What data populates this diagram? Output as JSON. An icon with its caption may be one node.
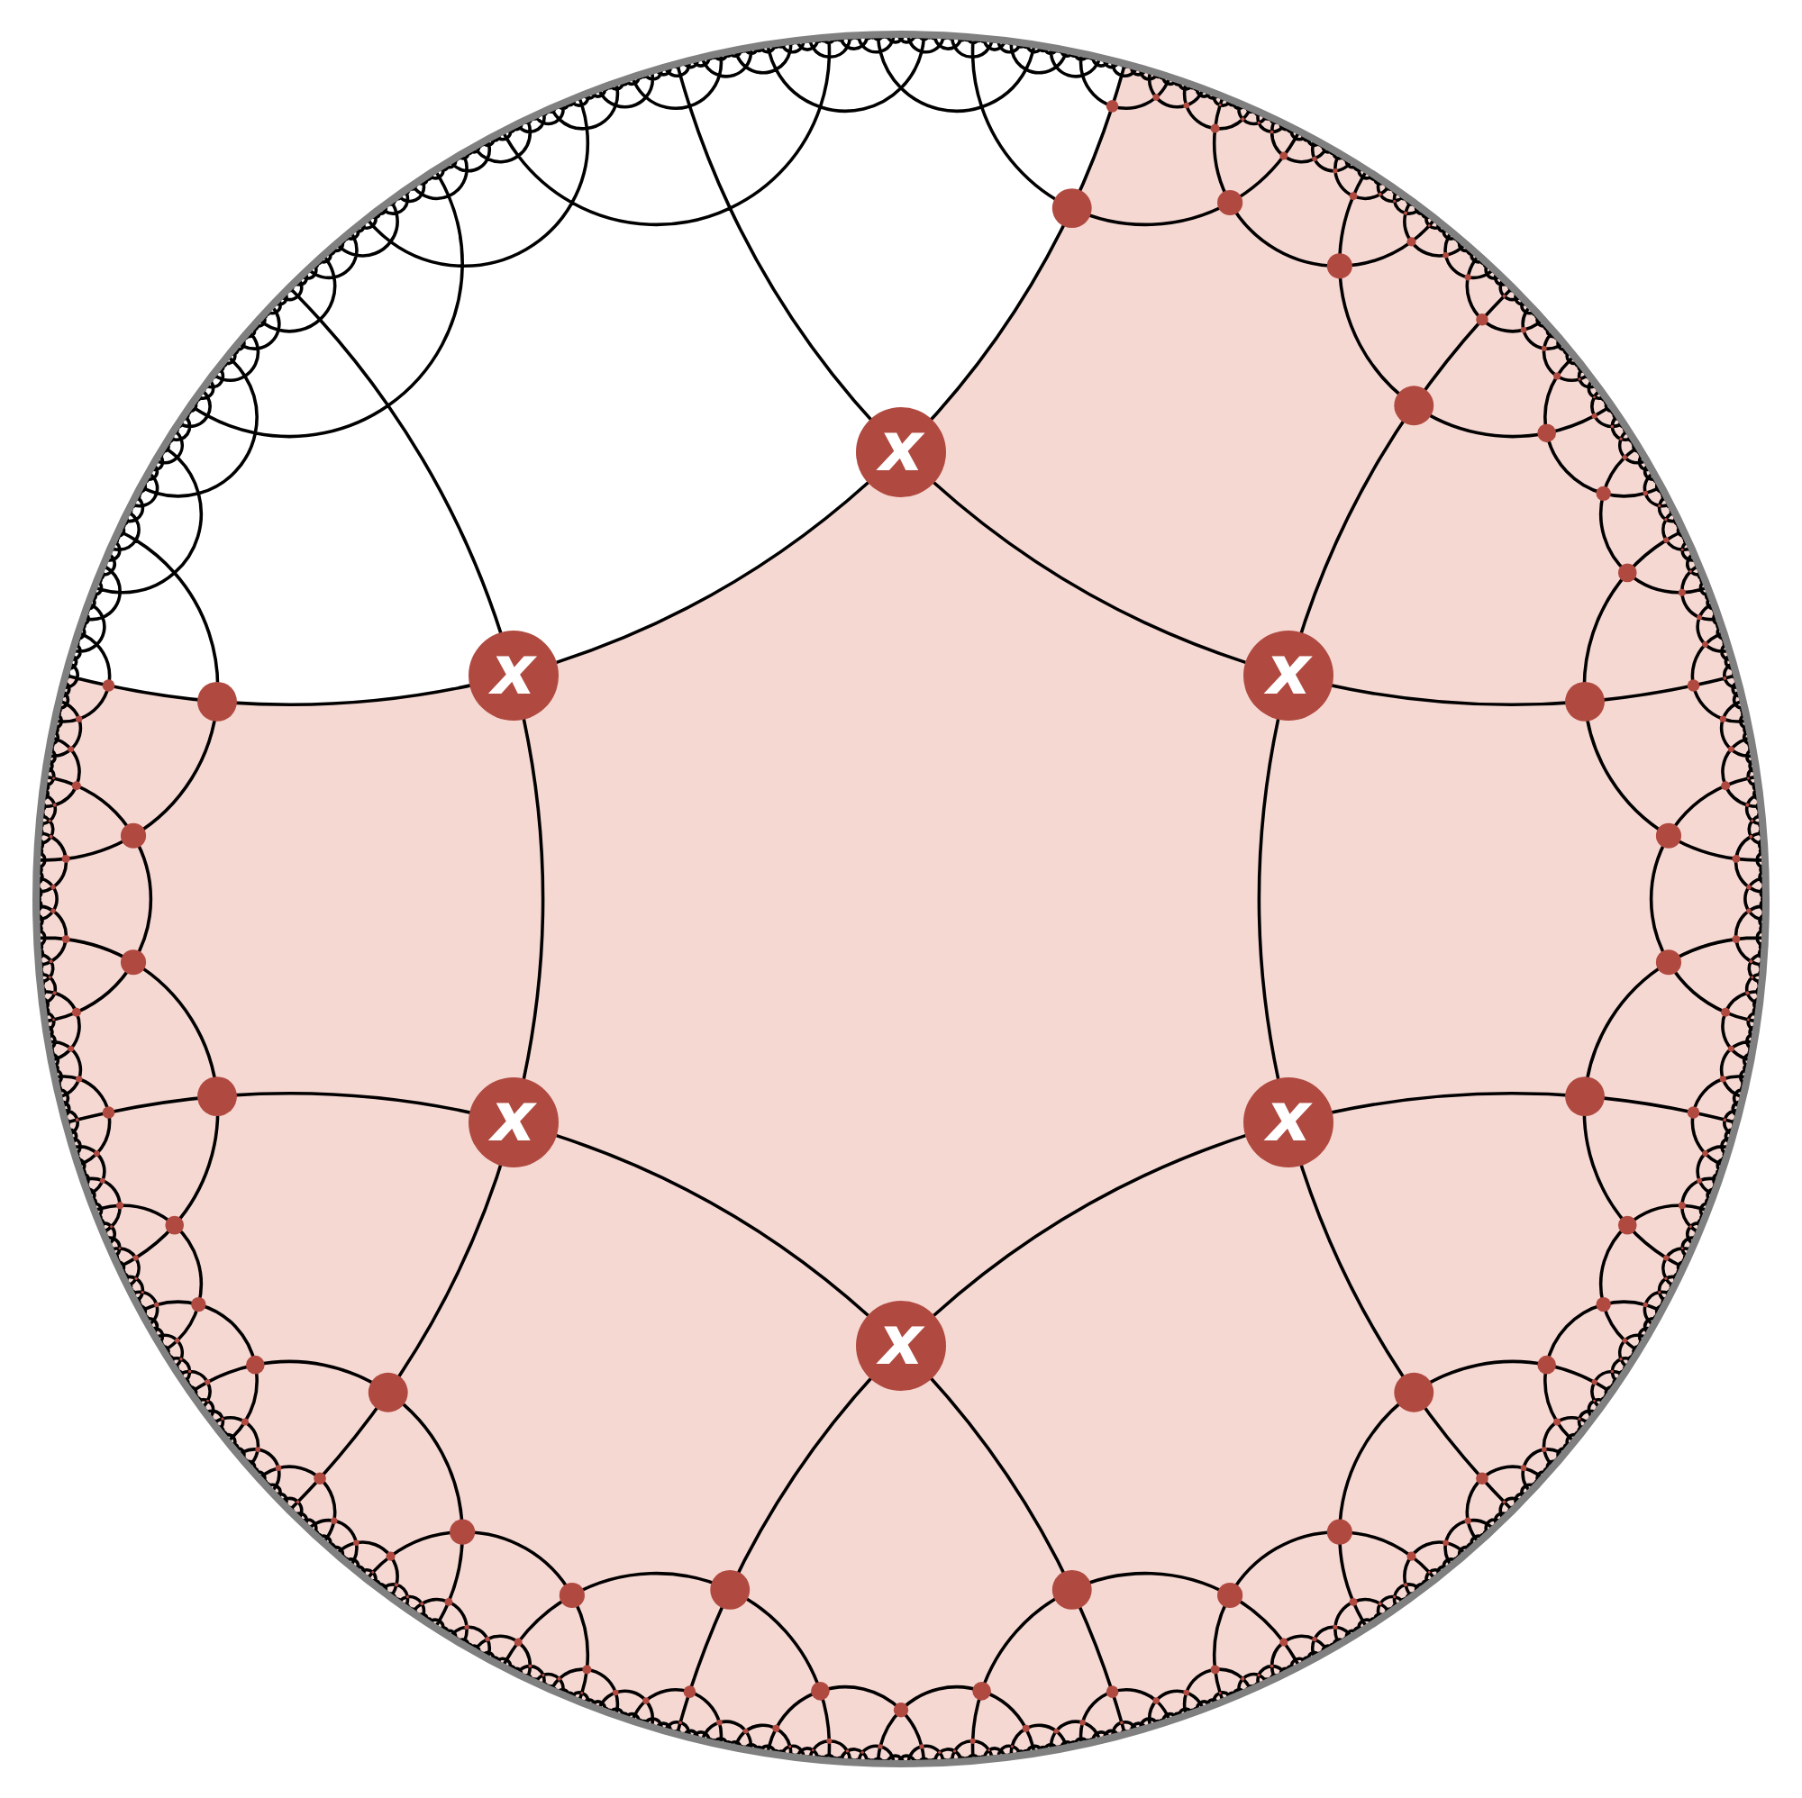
{
  "diagram": {
    "nodes": [
      {
        "text": [
          "x"
        ]
      },
      {
        "text": [
          "x"
        ]
      },
      {
        "text": [
          "x"
        ]
      },
      {
        "text": [
          "x"
        ]
      },
      {
        "text": [
          "x"
        ]
      },
      {
        "text": [
          "x"
        ]
      }
    ],
    "edges": [
      {
        "from": 0,
        "to": 1,
        "arrow": "none"
      },
      {
        "from": 0,
        "to": 2,
        "arrow": "none"
      },
      {
        "from": 1,
        "to": 3,
        "arrow": "none"
      },
      {
        "from": 2,
        "to": 4,
        "arrow": "none"
      },
      {
        "from": 3,
        "to": 5,
        "arrow": "none"
      },
      {
        "from": 4,
        "to": 5,
        "arrow": "none"
      }
    ]
  }
}
